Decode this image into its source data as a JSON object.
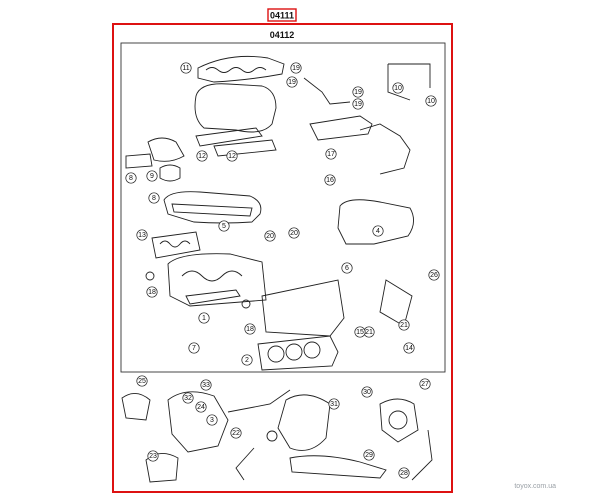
{
  "header": {
    "assembly_code": "04111",
    "subassembly_code": "04112"
  },
  "watermark": "toyox.com.ua",
  "callouts": [
    {
      "ref": "11"
    },
    {
      "ref": "12"
    },
    {
      "ref": "12"
    },
    {
      "ref": "8"
    },
    {
      "ref": "9"
    },
    {
      "ref": "8"
    },
    {
      "ref": "5"
    },
    {
      "ref": "13"
    },
    {
      "ref": "18"
    },
    {
      "ref": "20"
    },
    {
      "ref": "20"
    },
    {
      "ref": "1"
    },
    {
      "ref": "7"
    },
    {
      "ref": "18"
    },
    {
      "ref": "2"
    },
    {
      "ref": "19"
    },
    {
      "ref": "19"
    },
    {
      "ref": "19"
    },
    {
      "ref": "19"
    },
    {
      "ref": "10"
    },
    {
      "ref": "10"
    },
    {
      "ref": "17"
    },
    {
      "ref": "16"
    },
    {
      "ref": "4"
    },
    {
      "ref": "6"
    },
    {
      "ref": "26"
    },
    {
      "ref": "21"
    },
    {
      "ref": "21"
    },
    {
      "ref": "15"
    },
    {
      "ref": "14"
    },
    {
      "ref": "25"
    },
    {
      "ref": "33"
    },
    {
      "ref": "32"
    },
    {
      "ref": "24"
    },
    {
      "ref": "3"
    },
    {
      "ref": "23"
    },
    {
      "ref": "22"
    },
    {
      "ref": "31"
    },
    {
      "ref": "30"
    },
    {
      "ref": "27"
    },
    {
      "ref": "29"
    },
    {
      "ref": "28"
    }
  ]
}
